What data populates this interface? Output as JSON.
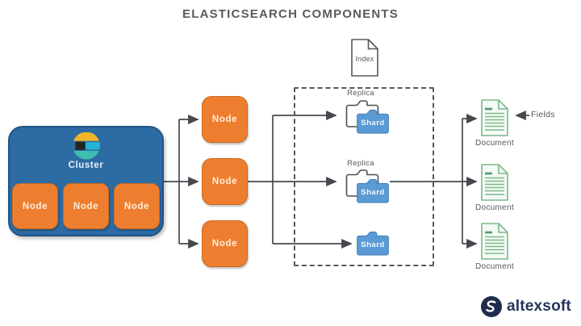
{
  "title": "ELASTICSEARCH COMPONENTS",
  "cluster": {
    "label": "Cluster",
    "nodes": [
      "Node",
      "Node",
      "Node"
    ]
  },
  "node_column": [
    "Node",
    "Node",
    "Node"
  ],
  "index_label": "Index",
  "shard_groups": [
    {
      "replica_label": "Replica",
      "shard_label": "Shard"
    },
    {
      "replica_label": "Replica",
      "shard_label": "Shard"
    },
    {
      "shard_label": "Shard"
    }
  ],
  "documents": [
    "Document",
    "Document",
    "Document"
  ],
  "fields_label": "Fields",
  "brand": {
    "name": "altexsoft"
  },
  "colors": {
    "cluster_blue": "#2d6ba3",
    "node_orange": "#ee7e2f",
    "shard_blue": "#5b9bd5",
    "document_green": "#7ab98a",
    "connector_gray": "#45494e",
    "label_gray": "#57585b",
    "brand_navy": "#1f2c4d",
    "es_logo_yellow": "#f0b429",
    "es_logo_cyan": "#25b2d4",
    "es_logo_teal": "#3ebeb0",
    "es_logo_dark": "#242424"
  },
  "icons": {
    "elasticsearch-logo-icon": "three-band-sphere",
    "index-file-icon": "file-outline-folded-corner",
    "replica-folder-icon": "folder-outline",
    "shard-folder-icon": "folder-filled",
    "document-icon": "file-with-text-lines",
    "fields-arrow-icon": "arrow-left",
    "altexsoft-logo-icon": "navy-circle-white-swoosh"
  }
}
